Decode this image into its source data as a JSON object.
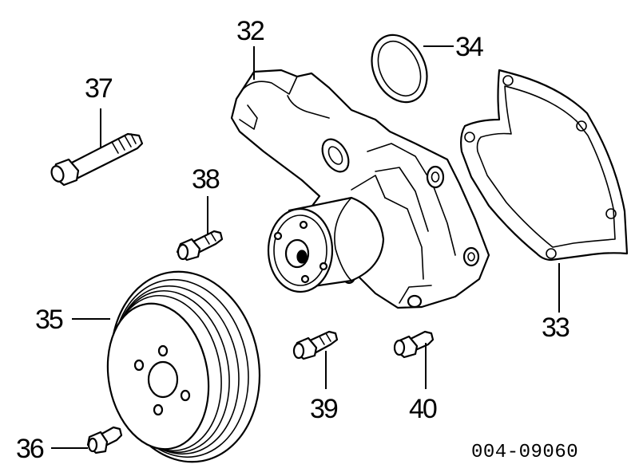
{
  "callouts": {
    "p32": "32",
    "p33": "33",
    "p34": "34",
    "p35": "35",
    "p36": "36",
    "p37": "37",
    "p38": "38",
    "p39": "39",
    "p40": "40"
  },
  "diagram_code": "004-09060"
}
